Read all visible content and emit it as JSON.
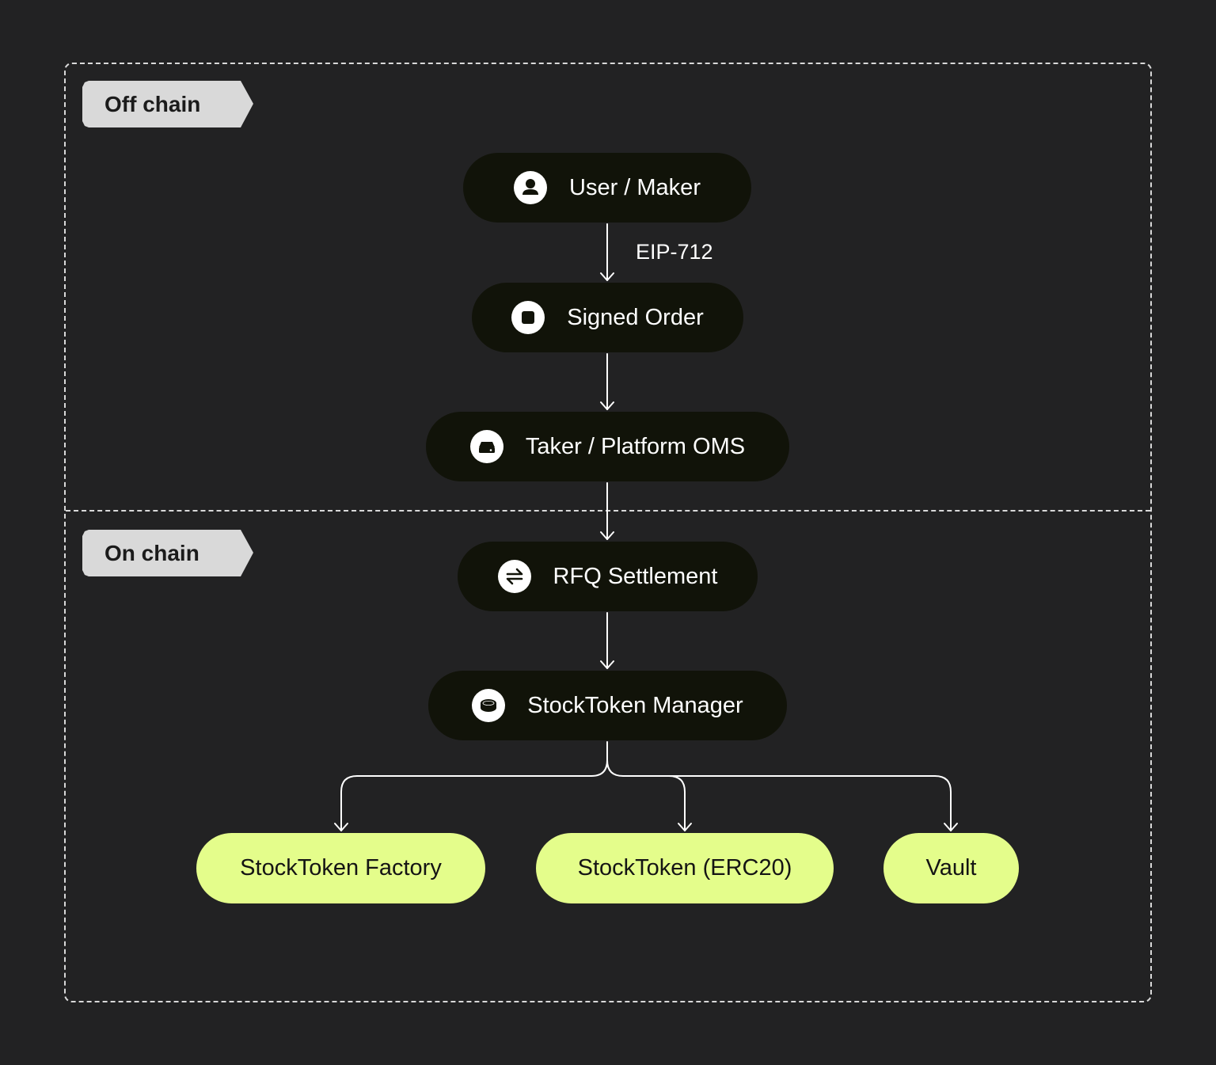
{
  "zones": {
    "off_chain": "Off chain",
    "on_chain": "On chain"
  },
  "nodes": {
    "user_maker": {
      "label": "User / Maker",
      "icon": "user-icon"
    },
    "signed_order": {
      "label": "Signed Order",
      "icon": "square-icon"
    },
    "taker_oms": {
      "label": "Taker / Platform OMS",
      "icon": "server-icon"
    },
    "rfq_settlement": {
      "label": "RFQ Settlement",
      "icon": "swap-icon"
    },
    "stocktoken_manager": {
      "label": "StockToken Manager",
      "icon": "coin-icon"
    }
  },
  "leaves": {
    "factory": "StockToken Factory",
    "erc20": "StockToken (ERC20)",
    "vault": "Vault"
  },
  "edges": {
    "eip712": "EIP-712"
  },
  "colors": {
    "background": "#222223",
    "node_fill": "#111309",
    "leaf_fill": "#e4fd8b",
    "tag_fill": "#d9d9d9",
    "line": "#ffffff"
  }
}
